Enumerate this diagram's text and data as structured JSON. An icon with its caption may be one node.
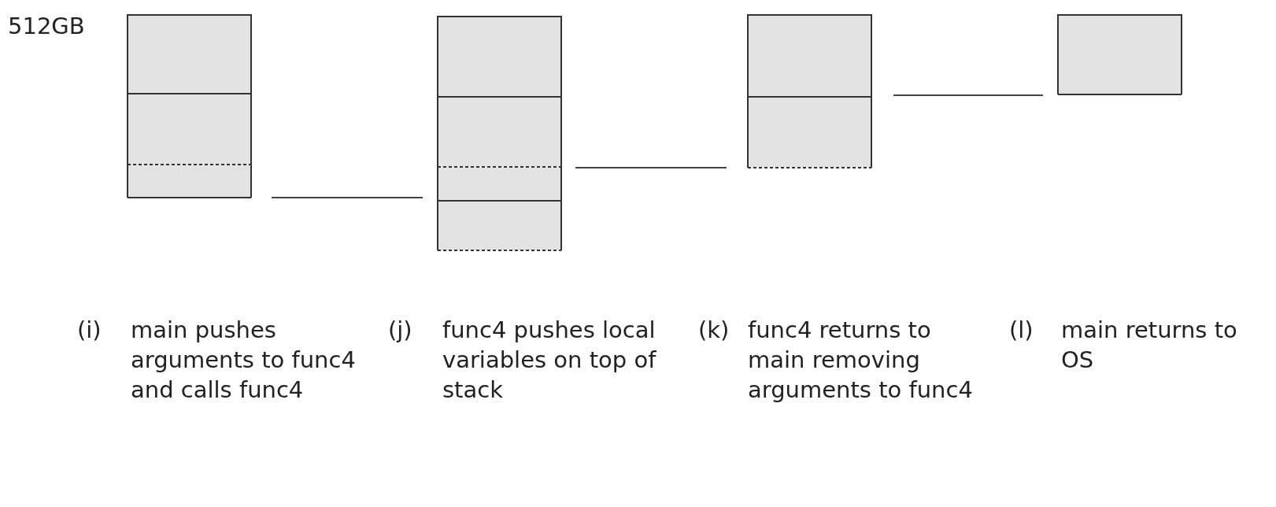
{
  "diagram": {
    "labels": [
      "512GB",
      "(i)",
      "main pushes arguments to func4 and calls func4",
      "(j)",
      "func4 pushes local variables on top of stack",
      "(k)",
      "func4 returns to main removing arguments to func4",
      "(l)",
      "main returns to OS"
    ]
  }
}
